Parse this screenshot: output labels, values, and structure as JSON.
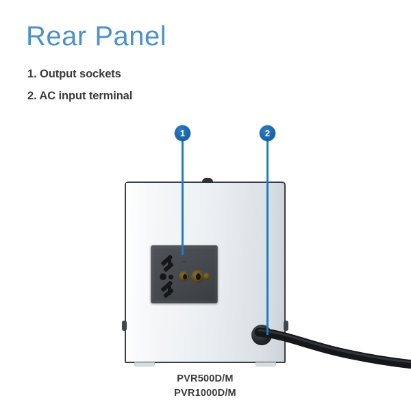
{
  "page": {
    "title": "Rear Panel",
    "background_color": "#ffffff",
    "title_color": "#4a92c8",
    "accent_color": "#1b7ec4",
    "marker_color": "#12559a"
  },
  "callouts": [
    {
      "number": "1",
      "label": "1. Output sockets",
      "target": "output-socket"
    },
    {
      "number": "2",
      "label": "2. AC input terminal",
      "target": "ac-input-terminal"
    }
  ],
  "device": {
    "type": "voltage-regulator-rear-panel",
    "body_color": "#eef1f4",
    "border_color": "#3a3f45",
    "socket": {
      "name": "universal-output-socket",
      "color": "#4b4e52"
    },
    "cord": {
      "name": "ac-power-cord",
      "color": "#1a1c1e"
    },
    "models": [
      "PVR500D/M",
      "PVR1000D/M"
    ]
  }
}
